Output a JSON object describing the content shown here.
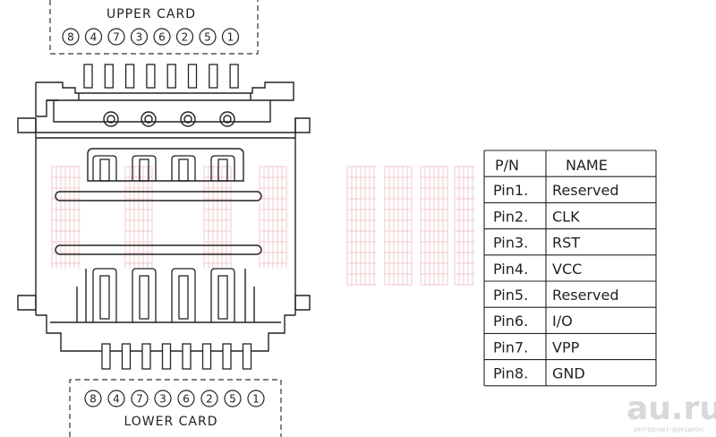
{
  "diagram": {
    "upper_label": "UPPER CARD",
    "lower_label": "LOWER CARD",
    "upper_pins": [
      "8",
      "4",
      "7",
      "3",
      "6",
      "2",
      "5",
      "1"
    ],
    "lower_pins": [
      "8",
      "4",
      "7",
      "3",
      "6",
      "2",
      "5",
      "1"
    ]
  },
  "table": {
    "header_pn": "P/N",
    "header_name": "NAME",
    "rows": [
      {
        "pin": "Pin1.",
        "name": "Reserved"
      },
      {
        "pin": "Pin2.",
        "name": "CLK"
      },
      {
        "pin": "Pin3.",
        "name": "RST"
      },
      {
        "pin": "Pin4.",
        "name": "VCC"
      },
      {
        "pin": "Pin5.",
        "name": "Reserved"
      },
      {
        "pin": "Pin6.",
        "name": "I/O"
      },
      {
        "pin": "Pin7.",
        "name": "VPP"
      },
      {
        "pin": "Pin8.",
        "name": "GND"
      }
    ]
  },
  "watermark": {
    "logo_text": "au.ru",
    "caption": "интернет-аукцион"
  }
}
